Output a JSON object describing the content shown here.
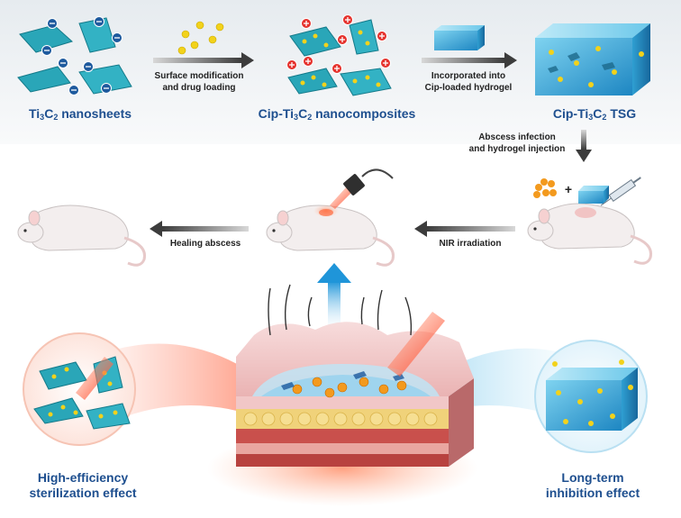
{
  "top_row": {
    "nanosheets": {
      "prefix": "Ti",
      "sub1": "3",
      "mid": "C",
      "sub2": "2",
      "suffix": " nanosheets"
    },
    "step1": {
      "line1": "Surface modification",
      "line2": "and drug loading"
    },
    "nanocomposites": {
      "prefix": "Cip-Ti",
      "sub1": "3",
      "mid": "C",
      "sub2": "2",
      "suffix": " nanocomposites"
    },
    "step2": {
      "line1": "Incorporated into",
      "line2": "Cip-loaded hydrogel"
    },
    "tsg": {
      "prefix": "Cip-Ti",
      "sub1": "3",
      "mid": "C",
      "sub2": "2",
      "suffix": " TSG"
    }
  },
  "middle_row": {
    "step3": {
      "line1": "Abscess infection",
      "line2": "and hydrogel injection"
    },
    "plus_sign": "+",
    "step4": "NIR irradiation",
    "step5": "Healing abscess"
  },
  "bottom": {
    "left_effect": {
      "line1": "High-efficiency",
      "line2": "sterilization effect"
    },
    "right_effect": {
      "line1": "Long-term",
      "line2": "inhibition effect"
    }
  },
  "colors": {
    "title_blue": "#1e4f8f",
    "nanosheet_teal": "#2aa6b8",
    "hydrogel_blue": "#3fb6e0",
    "drug_yellow": "#f2d21b",
    "positive_red": "#e5322d",
    "laser_red": "#ff3b1f",
    "arrow_gray": "#555555",
    "mouse_white": "#f3eeee",
    "skin_pink": "#f1c4c4"
  }
}
